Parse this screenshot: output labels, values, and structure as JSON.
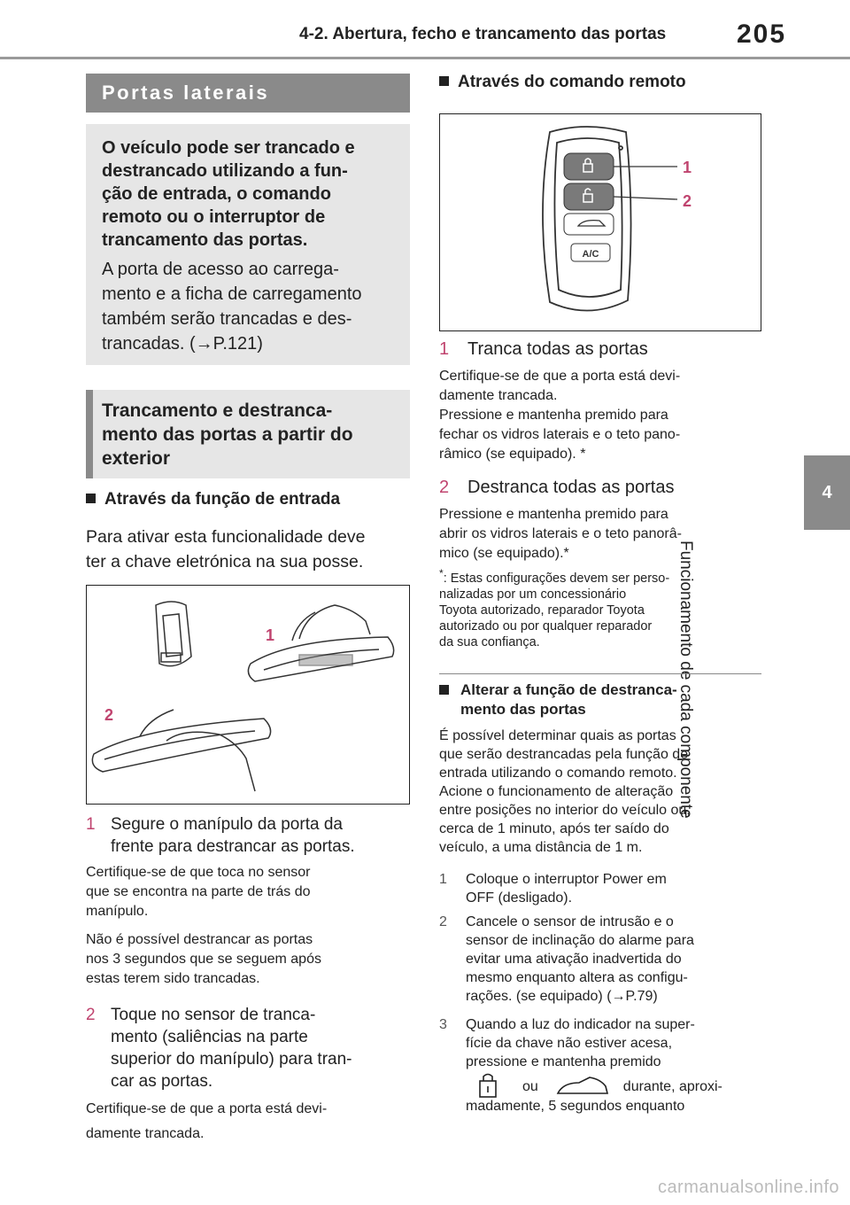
{
  "header": {
    "section_title": "4-2. Abertura, fecho e trancamento das portas",
    "page_number": "205"
  },
  "side": {
    "chapter_number": "4",
    "chapter_title": "Funcionamento de cada componente"
  },
  "left": {
    "section_title": "Portas laterais",
    "info_bold": "O veículo pode ser trancado e\ndestrancado utilizando a fun-\nção de entrada, o comando\nremoto ou o interruptor de\ntrancamento das portas.",
    "info_normal": "A porta de acesso ao carrega-\nmento e a ficha de carregamento\ntambém serão trancadas e des-\ntrancadas. (→P.121)",
    "heading": "Trancamento e destranca-\nmento das portas a partir do\nexterior",
    "subheading": "Através da função de entrada",
    "intro": "Para ativar esta funcionalidade deve\nter a chave eletrónica na sua posse.",
    "figure_labels": [
      "1",
      "2"
    ],
    "item1_num": "1",
    "item1_text": "Segure o manípulo da porta da\nfrente para destrancar as portas.",
    "item1_note1": "Certifique-se de que toca no sensor\nque se encontra na parte de trás do\nmanípulo.",
    "item1_note2": "Não é possível destrancar as portas\nnos 3 segundos que se seguem após\nestas terem sido trancadas.",
    "item2_num": "2",
    "item2_text": "Toque no sensor de tranca-\nmento (saliências na parte\nsuperior do manípulo) para tran-\ncar as portas.",
    "item2_note": "Certifique-se de que a porta está devi-\ndamente trancada."
  },
  "right": {
    "subheading": "Através do comando remoto",
    "figure_labels": [
      "1",
      "2"
    ],
    "remote_button_ac": "A/C",
    "item1_num": "1",
    "item1_text": "Tranca todas as portas",
    "item1_note": "Certifique-se de que a porta está devi-\ndamente trancada.\nPressione e mantenha premido para\nfechar os vidros laterais e o teto pano-\nrâmico (se equipado). *",
    "item2_num": "2",
    "item2_text": "Destranca todas as portas",
    "item2_note": "Pressione e mantenha premido para\nabrir os vidros laterais e o teto panorâ-\nmico (se equipado).*",
    "footnote_mark": "*",
    "footnote": ": Estas configurações devem ser perso-\n  nalizadas por um concessionário\n  Toyota autorizado, reparador Toyota\n  autorizado ou por qualquer reparador\n  da sua confiança.",
    "alter_heading": "Alterar a função de destranca-\nmento das portas",
    "alter_intro": "É possível determinar quais as portas\nque serão destrancadas pela função de\nentrada utilizando o comando remoto.\nAcione o funcionamento de alteração\nentre posições no interior do veículo ou,\ncerca de 1 minuto, após ter saído do\nveículo, a uma distância de 1 m.",
    "steps": [
      {
        "num": "1",
        "text": "Coloque o interruptor Power em\nOFF (desligado)."
      },
      {
        "num": "2",
        "text": "Cancele o sensor de intrusão e o\nsensor de inclinação do alarme para\nevitar uma ativação inadvertida do\nmesmo enquanto altera as configu-\nrações. (se equipado) (→P.79)"
      },
      {
        "num": "3",
        "text": "Quando a luz do indicador na super-\nfície da chave não estiver acesa,\npressione e mantenha premido"
      }
    ],
    "step3_ou": "ou",
    "step3_tail": "durante, aproxi-",
    "step3_last": "madamente, 5 segundos enquanto"
  },
  "watermark": "carmanualsonline.info"
}
